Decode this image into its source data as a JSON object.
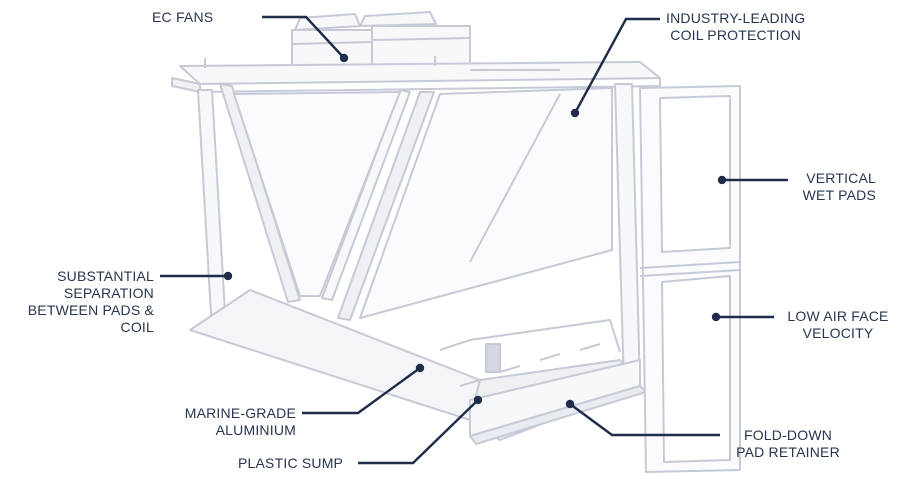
{
  "colors": {
    "line": "#1f2d4a",
    "structure": "#c5cad6",
    "structure_dark": "#9aa3b5",
    "panel_fill": "#f7f8fa",
    "text": "#27354f"
  },
  "labels": {
    "ec_fans": [
      "EC FANS"
    ],
    "coil_protection": [
      "INDUSTRY-LEADING",
      "COIL PROTECTION"
    ],
    "vertical_wet_pads": [
      "VERTICAL",
      "WET PADS"
    ],
    "low_air_face_velocity": [
      "LOW AIR FACE",
      "VELOCITY"
    ],
    "substantial_separation": [
      "SUBSTANTIAL",
      "SEPARATION",
      "BETWEEN PADS &",
      "COIL"
    ],
    "marine_grade_aluminium": [
      "MARINE-GRADE",
      "ALUMINIUM"
    ],
    "plastic_sump": [
      "PLASTIC SUMP"
    ],
    "fold_down_pad_retainer": [
      "FOLD-DOWN",
      "PAD RETAINER"
    ]
  }
}
